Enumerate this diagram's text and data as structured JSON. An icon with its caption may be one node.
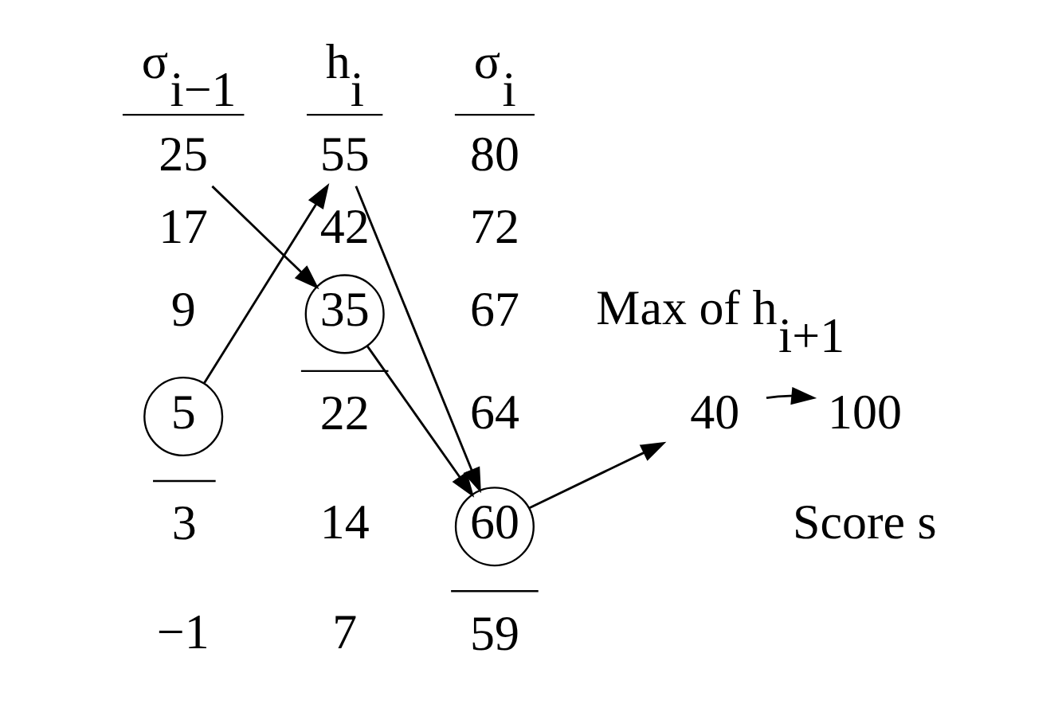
{
  "diagram": {
    "nodes": [
      {
        "text": [
          "25"
        ]
      },
      {
        "text": [
          "55"
        ]
      },
      {
        "text": [
          "35"
        ]
      },
      {
        "text": [
          "40"
        ],
        "beside": [
          "Max of h$_{i+1}$"
        ]
      },
      {
        "text": [
          "100"
        ],
        "beside": [
          "Score s"
        ]
      },
      {
        "text": [
          "5"
        ]
      },
      {
        "text": [
          "60"
        ]
      }
    ],
    "edges": [
      {
        "from": 5,
        "to": 1,
        "arrow": "to"
      },
      {
        "from": 0,
        "to": 2,
        "arrow": "to"
      },
      {
        "from": 1,
        "to": 6,
        "arrow": "to"
      },
      {
        "from": 2,
        "to": 6,
        "arrow": "to"
      },
      {
        "from": 6,
        "to": 3,
        "arrow": "to"
      },
      {
        "from": 3,
        "to": 4,
        "arrow": "to"
      }
    ],
    "labels": [
      "σ$_{i−1}$",
      "h$_{i}$",
      "σ$_{i}$",
      "80",
      "17",
      "42",
      "72",
      "9",
      "67",
      "22",
      "64",
      "3",
      "14",
      "−1",
      "7",
      "59"
    ]
  }
}
